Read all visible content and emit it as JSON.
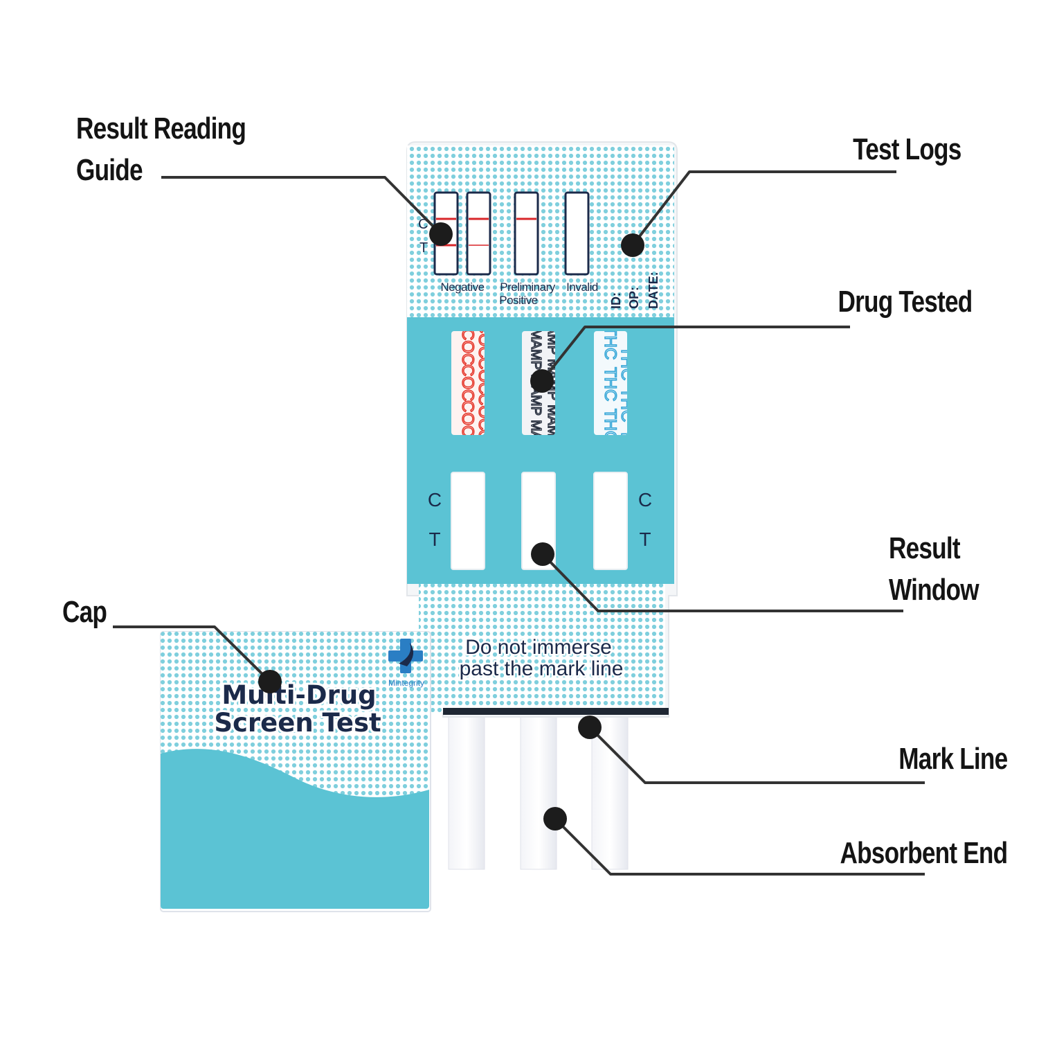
{
  "callouts": {
    "result_reading_guide": [
      "Result Reading",
      "Guide"
    ],
    "test_logs": "Test Logs",
    "drug_tested": "Drug Tested",
    "result_window": [
      "Result",
      "Window"
    ],
    "cap": "Cap",
    "mark_line": "Mark Line",
    "absorbent_end": "Absorbent End"
  },
  "device": {
    "guide_letter_c": "C",
    "guide_letter_t": "T",
    "guide_captions": {
      "negative": "Negative",
      "preliminary": "Preliminary",
      "positive": "Positive",
      "invalid": "Invalid"
    },
    "log_fields": {
      "id": "ID:",
      "op": "OP:",
      "date": "DATE:"
    },
    "drugs": [
      "COC",
      "MAMP",
      "THC"
    ],
    "window_letter_c": "C",
    "window_letter_t": "T",
    "warning": [
      "Do not immerse",
      "past the mark line"
    ]
  },
  "cap": {
    "title": [
      "Multi-Drug",
      "Screen Test"
    ],
    "brand": "Mintegrity"
  },
  "colors": {
    "teal": "#5bc3d4",
    "dots": "#7fcfdd",
    "navy": "#1b2a4a",
    "red_line": "#d8262a",
    "coc_red": "#e63a2e",
    "thc_blue": "#39a8d8",
    "leader": "#333333"
  }
}
